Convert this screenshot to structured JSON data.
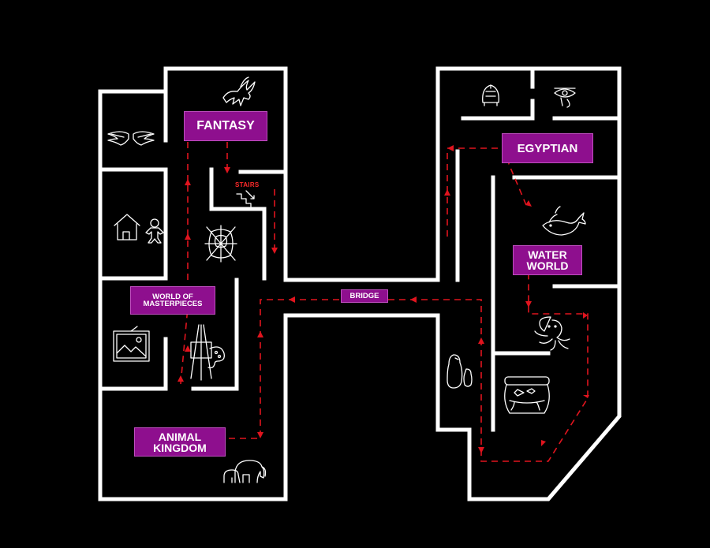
{
  "zones": {
    "fantasy": "FANTASY",
    "egyptian": "EGYPTIAN",
    "water_world": "WATER\nWORLD",
    "masterpieces": "WORLD OF\nMASTERPIECES",
    "animal_kingdom": "ANIMAL\nKINGDOM",
    "bridge": "BRIDGE",
    "stairs": "STAIRS"
  },
  "colors": {
    "label_bg": "#8e0f8e",
    "walls": "#ffffff",
    "route": "#e0141e",
    "background": "#000000"
  },
  "icons": [
    "pegasus-icon",
    "wings-icon",
    "hut-icon",
    "gingerbread-icon",
    "spiderweb-icon",
    "framed-painting-icon",
    "easel-icon",
    "elephants-icon",
    "penguins-icon",
    "pharaoh-icon",
    "eye-of-horus-icon",
    "whale-icon",
    "octopus-icon",
    "aquarium-icon",
    "stairs-icon"
  ]
}
